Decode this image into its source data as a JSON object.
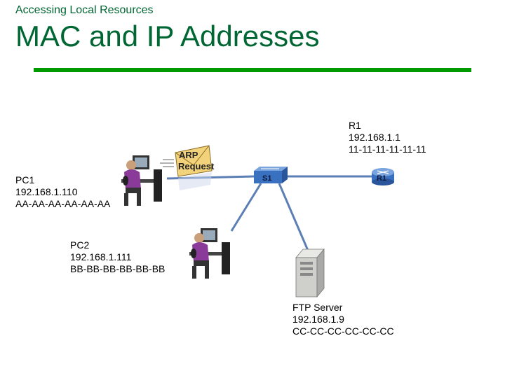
{
  "header": {
    "subtitle": "Accessing Local Resources",
    "title": "MAC and IP Addresses"
  },
  "colors": {
    "title": "#006633",
    "rule": "#009900",
    "link": "#5b7fb5",
    "device": "#3a70c0"
  },
  "message": {
    "line1": "ARP",
    "line2": "Request"
  },
  "devices": {
    "pc1": {
      "name": "PC1",
      "ip": "192.168.1.110",
      "mac": "AA-AA-AA-AA-AA-AA"
    },
    "pc2": {
      "name": "PC2",
      "ip": "192.168.1.111",
      "mac": "BB-BB-BB-BB-BB-BB"
    },
    "r1": {
      "name": "R1",
      "ip": "192.168.1.1",
      "mac": "11-11-11-11-11-11",
      "icon_label": "R1"
    },
    "s1": {
      "icon_label": "S1"
    },
    "ftp": {
      "name": "FTP Server",
      "ip": "192.168.1.9",
      "mac": "CC-CC-CC-CC-CC-CC"
    }
  }
}
